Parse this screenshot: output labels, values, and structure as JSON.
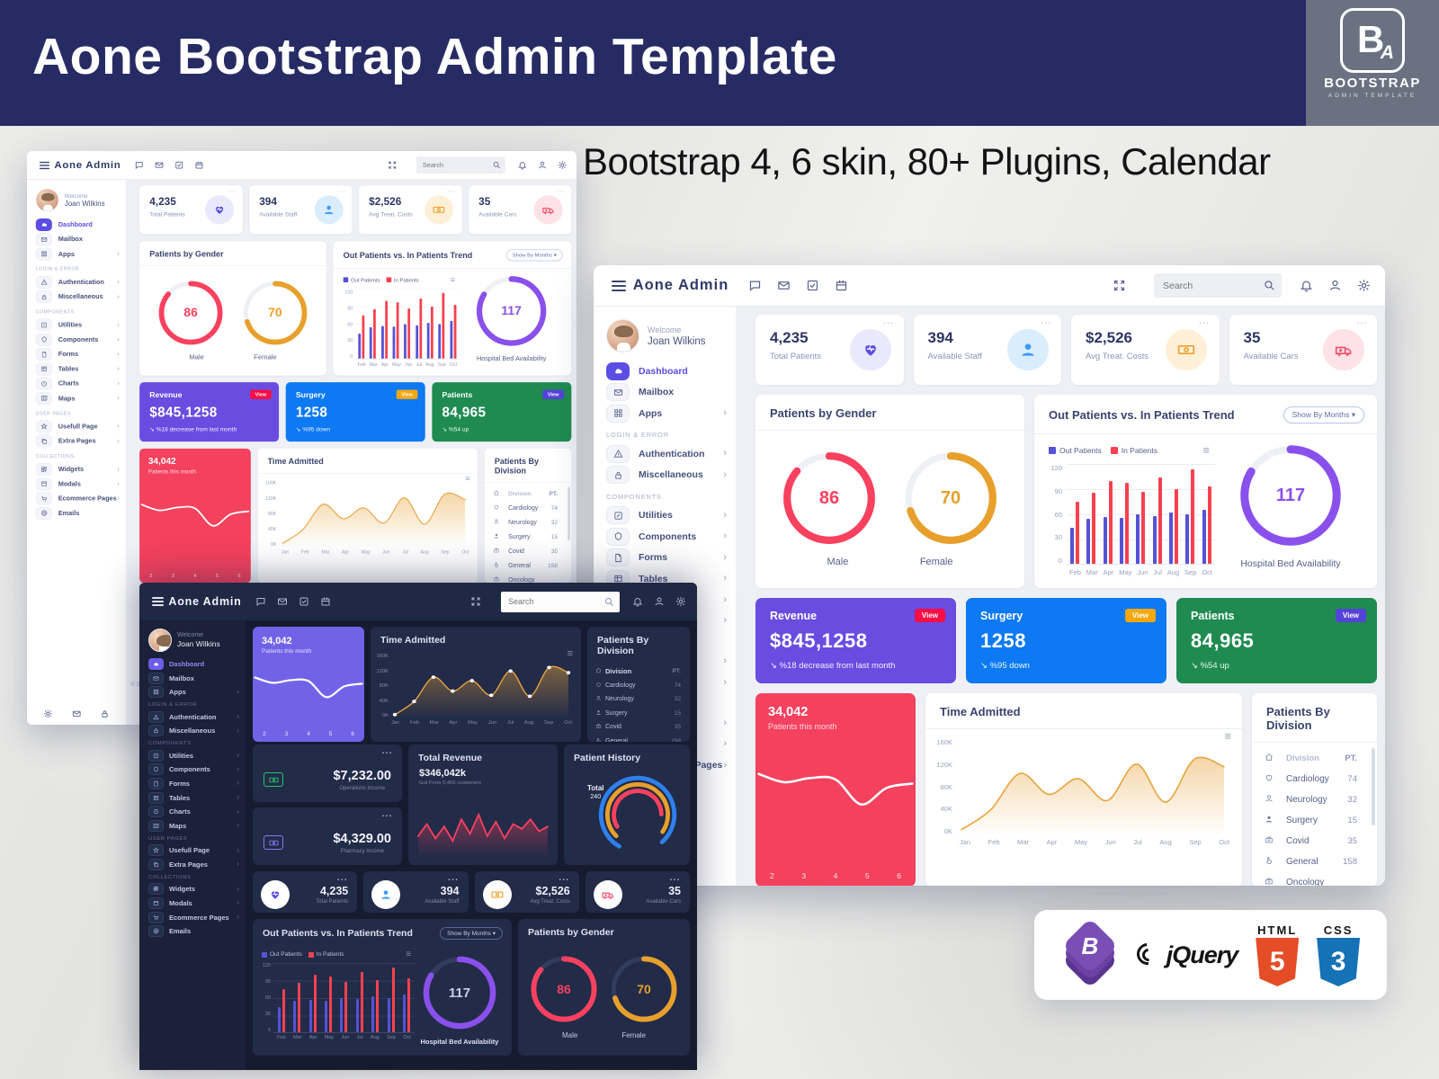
{
  "banner": {
    "title": "Aone Bootstrap Admin Template",
    "subtitle": "Bootstrap 4, 6 skin, 80+ Plugins, Calendar",
    "logo": {
      "letter_b": "B",
      "letter_a": "A",
      "line1": "BOOTSTRAP",
      "line2": "ADMIN TEMPLATE"
    }
  },
  "tech_badges": {
    "bootstrap_letter": "B",
    "jquery": "jQuery",
    "html_label": "HTML",
    "html_number": "5",
    "css_label": "CSS",
    "css_number": "3"
  },
  "dashboard": {
    "brand": "Aone Admin",
    "search_placeholder": "Search",
    "user": {
      "welcome": "Welcome",
      "name": "Joan Wilkins"
    },
    "nav": [
      {
        "icon": "cloud",
        "label": "Dashboard",
        "active": true
      },
      {
        "icon": "mail",
        "label": "Mailbox"
      },
      {
        "icon": "grid",
        "label": "Apps",
        "chev": true
      },
      {
        "section": "LOGIN & ERROR"
      },
      {
        "icon": "warn",
        "label": "Authentication",
        "chev": true
      },
      {
        "icon": "lock",
        "label": "Miscellaneous",
        "chev": true
      },
      {
        "section": "COMPONENTS"
      },
      {
        "icon": "pencil",
        "label": "Utilities",
        "chev": true
      },
      {
        "icon": "badge",
        "label": "Components",
        "chev": true
      },
      {
        "icon": "file",
        "label": "Forms",
        "chev": true
      },
      {
        "icon": "table",
        "label": "Tables",
        "chev": true
      },
      {
        "icon": "clock",
        "label": "Charts",
        "chev": true
      },
      {
        "icon": "map",
        "label": "Maps",
        "chev": true
      },
      {
        "section": "USER PAGES"
      },
      {
        "icon": "star",
        "label": "Usefull Page",
        "chev": true
      },
      {
        "icon": "copy",
        "label": "Extra Pages",
        "chev": true
      },
      {
        "section": "COLLECTIONS"
      },
      {
        "icon": "widget",
        "label": "Widgets",
        "chev": true
      },
      {
        "icon": "modal",
        "label": "Modals",
        "chev": true
      },
      {
        "icon": "cart",
        "label": "Ecommerce Pages",
        "chev": true
      },
      {
        "icon": "at",
        "label": "Emails"
      }
    ],
    "footer_copyright": "© 2",
    "stats": [
      {
        "value": "4,235",
        "label": "Total Patients",
        "icon": "heartf",
        "color": "#5b4ee4",
        "bg": "#eae8fb"
      },
      {
        "value": "394",
        "label": "Available Staff",
        "icon": "userf",
        "color": "#3d9bf5",
        "bg": "#d9edfd"
      },
      {
        "value": "$2,526",
        "label": "Avg Treat. Costs",
        "icon": "money",
        "color": "#eda12f",
        "bg": "#fdf0d7"
      },
      {
        "value": "35",
        "label": "Available Cars",
        "icon": "car",
        "color": "#f4516c",
        "bg": "#fde2e7"
      }
    ],
    "gender": {
      "title": "Patients by Gender",
      "gauges": [
        {
          "label": "Male",
          "value": "86"
        },
        {
          "label": "Female",
          "value": "70"
        }
      ]
    },
    "trend": {
      "title": "Out Patients vs. In Patients Trend",
      "button": "Show By Months ▾",
      "legend": [
        "Out Patients",
        "In Patients"
      ],
      "gauge_value": "117",
      "gauge_label": "Hospital Bed Availability"
    },
    "kpis": [
      {
        "title": "Revenue",
        "badge": "View",
        "value": "$845,1258",
        "note": "↘  %18 decrease from last month",
        "bg": "#6a4ce1",
        "badge_bg": "#fb0d45"
      },
      {
        "title": "Surgery",
        "badge": "View",
        "value": "1258",
        "note": "↘  %95 down",
        "bg": "#0d79f2",
        "badge_bg": "#f5a70c"
      },
      {
        "title": "Patients",
        "badge": "View",
        "value": "84,965",
        "note": "↘  %54 up",
        "bg": "#1f8b51",
        "badge_bg": "#5443d8"
      }
    ],
    "month_card": {
      "value": "34,042",
      "label": "Patients this month",
      "xlabels": [
        "2",
        "3",
        "4",
        "5",
        "6"
      ],
      "bg": "#f4415e"
    },
    "time": {
      "title": "Time Admitted"
    },
    "division": {
      "title": "Patients By Division",
      "col1": "Division",
      "col2": "PT.",
      "rows": [
        {
          "icon": "heart",
          "name": "Cardiology",
          "pt": "74"
        },
        {
          "icon": "user",
          "name": "Neurology",
          "pt": "32"
        },
        {
          "icon": "userf",
          "name": "Surgery",
          "pt": "15"
        },
        {
          "icon": "case",
          "name": "Covid",
          "pt": "35"
        },
        {
          "icon": "hand",
          "name": "General",
          "pt": "158"
        },
        {
          "icon": "case",
          "name": "Oncology",
          "pt": ""
        }
      ]
    }
  },
  "dark": {
    "month_card_bg": "#7163e8",
    "income_cards": [
      {
        "value": "$7,232.00",
        "label": "Operations Income",
        "icon_color": "#27c46f"
      },
      {
        "value": "$4,329.00",
        "label": "Pharmacy Income",
        "icon_color": "#8478ef"
      }
    ],
    "revenue": {
      "title": "Total Revenue",
      "value": "$346,042k",
      "sub": "Got From 5,456 customers"
    },
    "history": {
      "title": "Patient History",
      "center_label": "Total",
      "center_value": "240"
    },
    "gender_title": "Patients by Gender"
  },
  "chart_data": [
    {
      "id": "gender",
      "type": "gauge",
      "title": "Patients by Gender",
      "max": 100,
      "items": [
        {
          "label": "Male",
          "value": 86,
          "color": "#f8415f"
        },
        {
          "label": "Female",
          "value": 70,
          "color": "#e8a02c"
        }
      ]
    },
    {
      "id": "trend",
      "type": "bar",
      "title": "Out Patients vs. In Patients Trend",
      "categories": [
        "Feb",
        "Mar",
        "Apr",
        "May",
        "Jun",
        "Jul",
        "Aug",
        "Sep",
        "Oct"
      ],
      "series": [
        {
          "name": "Out Patients",
          "color": "#5552d6",
          "values": [
            43,
            54,
            56,
            55,
            60,
            57,
            62,
            59,
            65
          ]
        },
        {
          "name": "In Patients",
          "color": "#f8414f",
          "values": [
            75,
            85,
            100,
            97,
            87,
            104,
            90,
            113,
            93
          ]
        }
      ],
      "ylim": [
        0,
        120
      ],
      "yticks": [
        "120",
        "90",
        "60",
        "30",
        "0"
      ],
      "legend_position": "top",
      "grid": true
    },
    {
      "id": "bed",
      "type": "gauge",
      "title": "Hospital Bed Availability",
      "max": 140,
      "items": [
        {
          "label": "Hospital Bed Availability",
          "value": 117,
          "color": "#8a50ec"
        }
      ]
    },
    {
      "id": "time_admitted",
      "type": "line",
      "title": "Time Admitted",
      "x": [
        "Jan",
        "Feb",
        "Mar",
        "Apr",
        "May",
        "Jun",
        "Jul",
        "Aug",
        "Sep",
        "Oct"
      ],
      "values": [
        2,
        40,
        110,
        70,
        100,
        58,
        128,
        55,
        138,
        123
      ],
      "unit": "K",
      "ylim": [
        0,
        160
      ],
      "yticks": [
        "160K",
        "120K",
        "80K",
        "40K",
        "0K"
      ],
      "color": "#e8a33b",
      "area": true
    },
    {
      "id": "month_wave",
      "type": "line",
      "title": "Patients this month (decorative wave)",
      "x": [
        "2",
        "3",
        "4",
        "5",
        "6"
      ],
      "values": [
        70,
        58,
        64,
        62,
        26,
        50,
        56
      ],
      "ylim": [
        0,
        100
      ],
      "color": "#ffffff",
      "decorative": true
    },
    {
      "id": "revenue_wave",
      "type": "line",
      "title": "Total Revenue (decorative wave)",
      "values": [
        40,
        65,
        35,
        60,
        30,
        75,
        45,
        85,
        40,
        70,
        35,
        65,
        55,
        75,
        50,
        60
      ],
      "ylim": [
        0,
        100
      ],
      "color": "#f8415f",
      "decorative": true,
      "jagged": true
    },
    {
      "id": "history",
      "type": "donut",
      "title": "Patient History",
      "center_label": "Total",
      "center_value": "240",
      "arcs": [
        {
          "color": "#2f80ed",
          "frac": 0.8
        },
        {
          "color": "#e8a02c",
          "frac": 0.72
        },
        {
          "color": "#f8415f",
          "frac": 0.58
        }
      ]
    },
    {
      "id": "division",
      "type": "table",
      "title": "Patients By Division",
      "columns": [
        "Division",
        "PT."
      ],
      "rows": [
        [
          "Cardiology",
          "74"
        ],
        [
          "Neurology",
          "32"
        ],
        [
          "Surgery",
          "15"
        ],
        [
          "Covid",
          "35"
        ],
        [
          "General",
          "158"
        ],
        [
          "Oncology",
          ""
        ]
      ]
    }
  ]
}
